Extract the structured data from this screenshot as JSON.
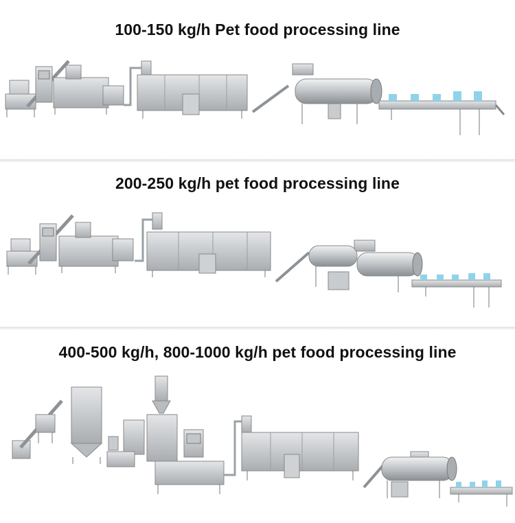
{
  "panels": [
    {
      "title": "100-150 kg/h Pet food processing line"
    },
    {
      "title": "200-250 kg/h pet food processing line"
    },
    {
      "title": "400-500 kg/h, 800-1000 kg/h pet food processing line"
    }
  ],
  "colors": {
    "steel_light": "#d6d9dc",
    "steel_mid": "#b4b8bc",
    "steel_dark": "#7d8287",
    "blue_accent": "#8fd3ea",
    "divider": "#e6e6e6"
  }
}
